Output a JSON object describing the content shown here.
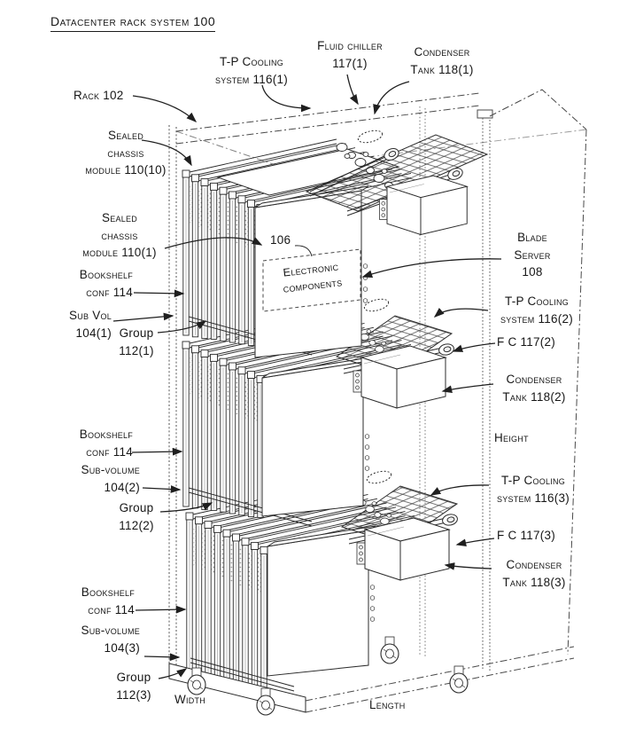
{
  "title": "Datacenter rack system 100",
  "colors": {
    "ink": "#1f1f1f",
    "paper": "#ffffff"
  },
  "callouts": {
    "tp_cooling_1": [
      "T-P Cooling",
      "system 116(1)"
    ],
    "fluid_chiller_1": [
      "Fluid chiller",
      "117(1)"
    ],
    "condenser_tank_1": [
      "Condenser",
      "Tank 118(1)"
    ],
    "rack": [
      "Rack 102"
    ],
    "sealed_chassis_module_10": [
      "Sealed",
      "chassis",
      "module 110(10)"
    ],
    "sealed_chassis_module_1": [
      "Sealed",
      "chassis",
      "module 110(1)"
    ],
    "ref_106": [
      "106"
    ],
    "electronic_components": [
      "Electronic",
      "components"
    ],
    "blade_server": [
      "Blade",
      "Server",
      "108"
    ],
    "bookshelf_conf_1": [
      "Bookshelf",
      "conf 114"
    ],
    "tp_cooling_2": [
      "T-P Cooling",
      "system 116(2)"
    ],
    "sub_vol_1": [
      "Sub Vol",
      "104(1)"
    ],
    "group_1": [
      "Group",
      "112(1)"
    ],
    "fluid_chiller_2": [
      "F C 117(2)"
    ],
    "condenser_tank_2": [
      "Condenser",
      "Tank 118(2)"
    ],
    "bookshelf_conf_2": [
      "Bookshelf",
      "conf 114"
    ],
    "height": [
      "Height"
    ],
    "sub_volume_2": [
      "Sub-volume",
      "104(2)"
    ],
    "tp_cooling_3": [
      "T-P Cooling",
      "system 116(3)"
    ],
    "group_2": [
      "Group",
      "112(2)"
    ],
    "fluid_chiller_3": [
      "F C 117(3)"
    ],
    "condenser_tank_3": [
      "Condenser",
      "Tank 118(3)"
    ],
    "bookshelf_conf_3": [
      "Bookshelf",
      "conf 114"
    ],
    "sub_volume_3": [
      "Sub-volume",
      "104(3)"
    ],
    "group_3": [
      "Group",
      "112(3)"
    ],
    "width": [
      "Width"
    ],
    "length": [
      "Length"
    ]
  }
}
